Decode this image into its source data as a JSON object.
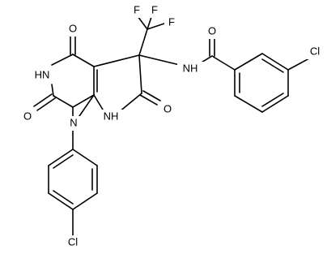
{
  "structure": {
    "atoms": [
      {
        "id": "O_c4",
        "text": "O"
      },
      {
        "id": "N3",
        "text": "HN"
      },
      {
        "id": "O_c2",
        "text": "O"
      },
      {
        "id": "N1",
        "text": "N"
      },
      {
        "id": "N7",
        "text": "NH"
      },
      {
        "id": "O_c6",
        "text": "O"
      },
      {
        "id": "F1",
        "text": "F"
      },
      {
        "id": "F2",
        "text": "F"
      },
      {
        "id": "F3",
        "text": "F"
      },
      {
        "id": "N_amide",
        "text": "NH"
      },
      {
        "id": "O_amide",
        "text": "O"
      },
      {
        "id": "Cl_benzoyl",
        "text": "Cl"
      },
      {
        "id": "Cl_phenyl",
        "text": "Cl"
      }
    ]
  }
}
